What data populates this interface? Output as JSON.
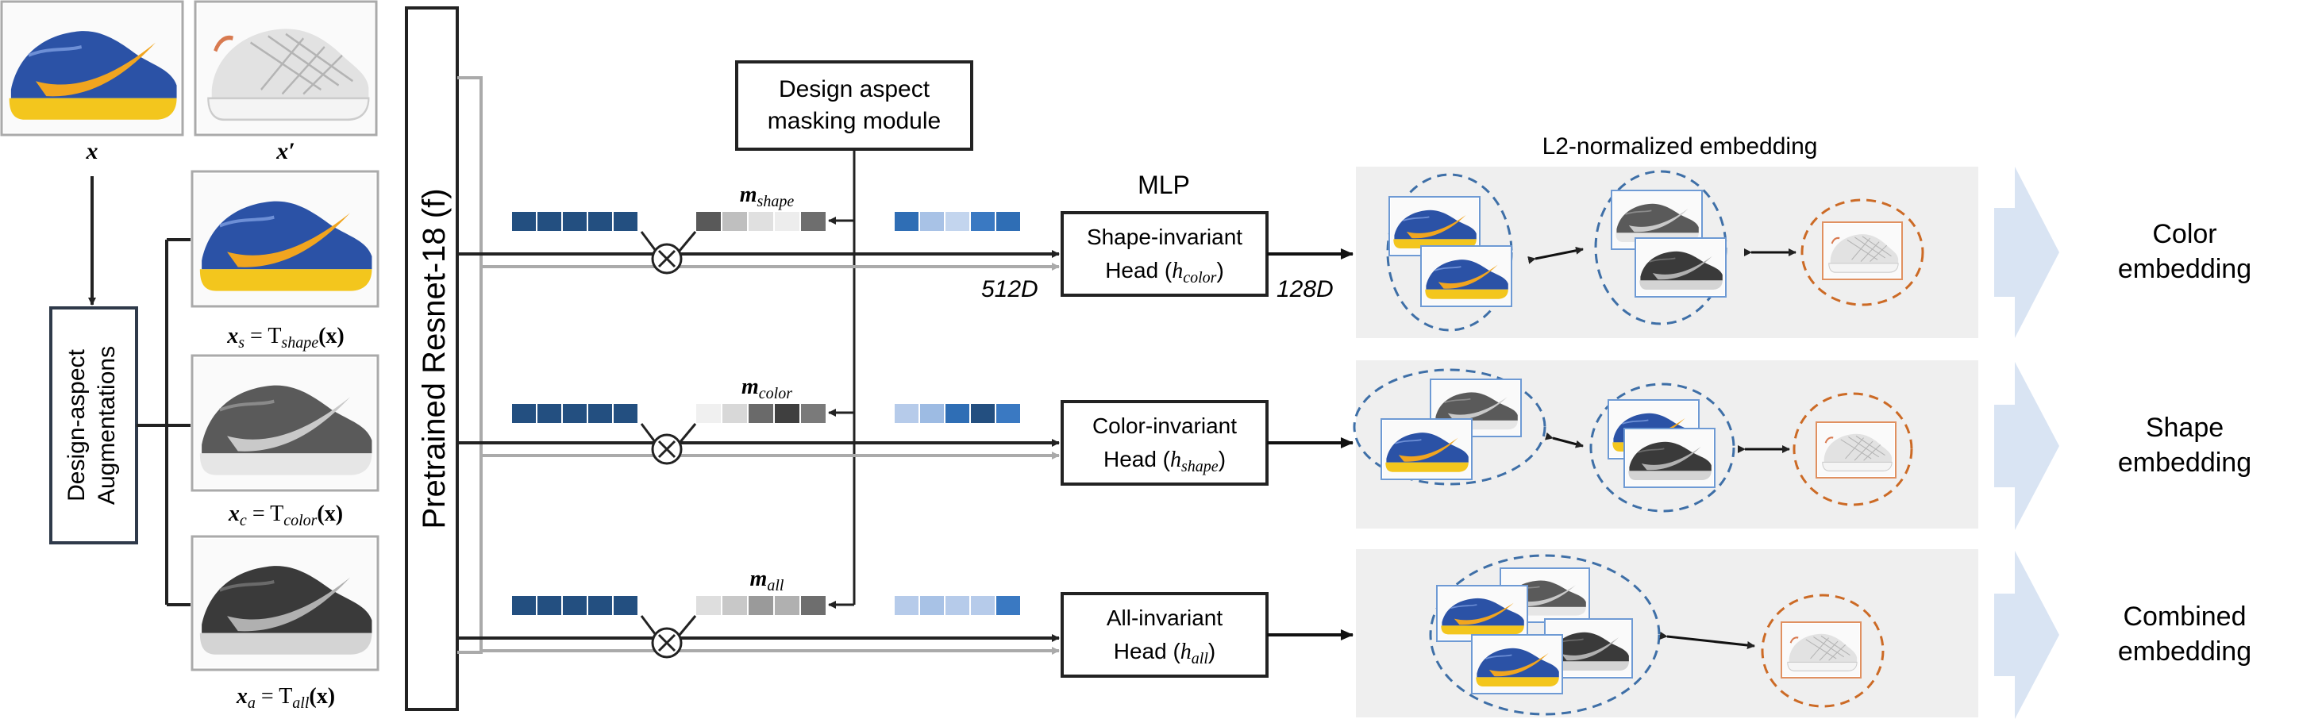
{
  "inputs": {
    "x_label": "x",
    "x_prime_label": "x′"
  },
  "augmentation_box": {
    "line1": "Design-aspect",
    "line2": "Augmentations"
  },
  "augmented": {
    "shape_var": "x",
    "shape_sub": "s",
    "shape_eq": " = T",
    "shape_tsub": "shape",
    "shape_arg": "(x)",
    "color_var": "x",
    "color_sub": "c",
    "color_eq": " = T",
    "color_tsub": "color",
    "color_arg": "(x)",
    "all_var": "x",
    "all_sub": "a",
    "all_eq": " = T",
    "all_tsub": "all",
    "all_arg": "(x)"
  },
  "backbone": {
    "label": "Pretrained Resnet-18 (f)"
  },
  "masking_module": {
    "line1": "Design aspect",
    "line2": "masking module"
  },
  "masks": {
    "shape_var": "m",
    "shape_sub": "shape",
    "color_var": "m",
    "color_sub": "color",
    "all_var": "m",
    "all_sub": "all"
  },
  "dims": {
    "feat": "512D",
    "emb": "128D"
  },
  "mlp_label": "MLP",
  "heads": {
    "shape_line1": "Shape-invariant",
    "shape_line2": "Head (",
    "shape_h": "h",
    "shape_hsub": "color",
    "shape_close": ")",
    "color_line1": "Color-invariant",
    "color_line2": "Head (",
    "color_h": "h",
    "color_hsub": "shape",
    "color_close": ")",
    "all_line1": "All-invariant",
    "all_line2": "Head (",
    "all_h": "h",
    "all_hsub": "all",
    "all_close": ")"
  },
  "embedding_title": "L2-normalized embedding",
  "outputs": {
    "color_line1": "Color",
    "color_line2": "embedding",
    "shape_line1": "Shape",
    "shape_line2": "embedding",
    "combined_line1": "Combined",
    "combined_line2": "embedding"
  },
  "colors": {
    "box_stroke": "#222222",
    "gray_arrow": "#aaaaaa",
    "panel_bg": "#efefef",
    "cluster_blue": "#3e6fa7",
    "cluster_orange": "#cc6a25",
    "big_arrow": "#d9e4f3",
    "feat_block": "#234f80"
  }
}
